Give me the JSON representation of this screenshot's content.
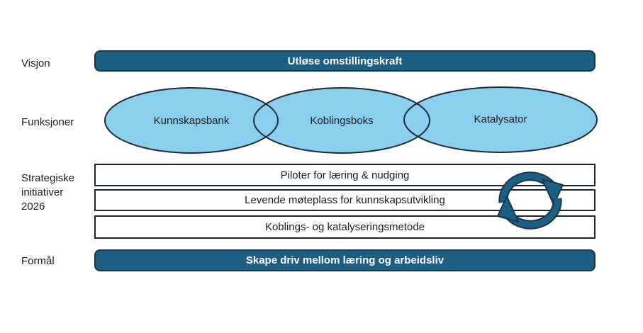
{
  "diagram": {
    "visjon": {
      "label": "Visjon",
      "bar_text": "Utløse omstillingskraft"
    },
    "funksjoner": {
      "label": "Funksjoner",
      "ellipses": [
        {
          "label": "Kunnskapsbank"
        },
        {
          "label": "Koblingsboks"
        },
        {
          "label": "Katalysator"
        }
      ]
    },
    "strategiske": {
      "label": "Strategiske initiativer 2026",
      "initiatives": [
        "Piloter for læring & nudging",
        "Levende møteplass for kunnskapsutvikling",
        "Koblings- og katalyseringsmetode"
      ]
    },
    "formal": {
      "label": "Formål",
      "bar_text": "Skape driv mellom læring og arbeidsliv"
    }
  },
  "icons": {
    "cycle_arrows": "cycle-arrows-icon"
  },
  "colors": {
    "teal": "#1d5f82",
    "dark_border": "#16364d",
    "light_blue": "#8bcfee",
    "ellipse_border": "#1c2b3a",
    "text": "#1c1c1c",
    "background": "#ffffff"
  }
}
